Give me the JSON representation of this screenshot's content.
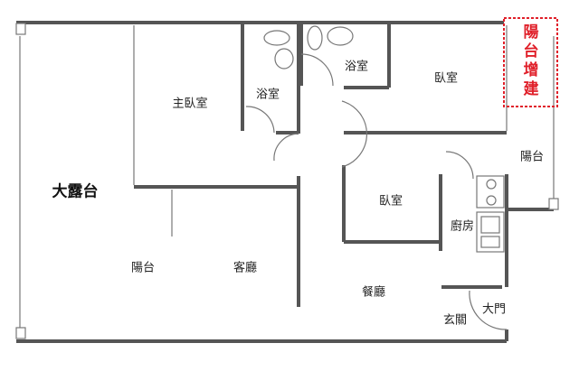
{
  "rooms": {
    "master_bedroom": "主臥室",
    "bathroom_1": "浴室",
    "bathroom_2": "浴室",
    "bedroom_1": "臥室",
    "balcony_right": "陽台",
    "big_terrace": "大露台",
    "bedroom_2": "臥室",
    "kitchen": "廚房",
    "balcony_left": "陽台",
    "living_room": "客廳",
    "dining_room": "餐廳",
    "main_door": "大門",
    "entrance": "玄關"
  },
  "annotation": {
    "chars": [
      "陽",
      "台",
      "增",
      "建"
    ],
    "color": "#e0202a"
  },
  "colors": {
    "wall": "#555555",
    "line": "#777777"
  }
}
